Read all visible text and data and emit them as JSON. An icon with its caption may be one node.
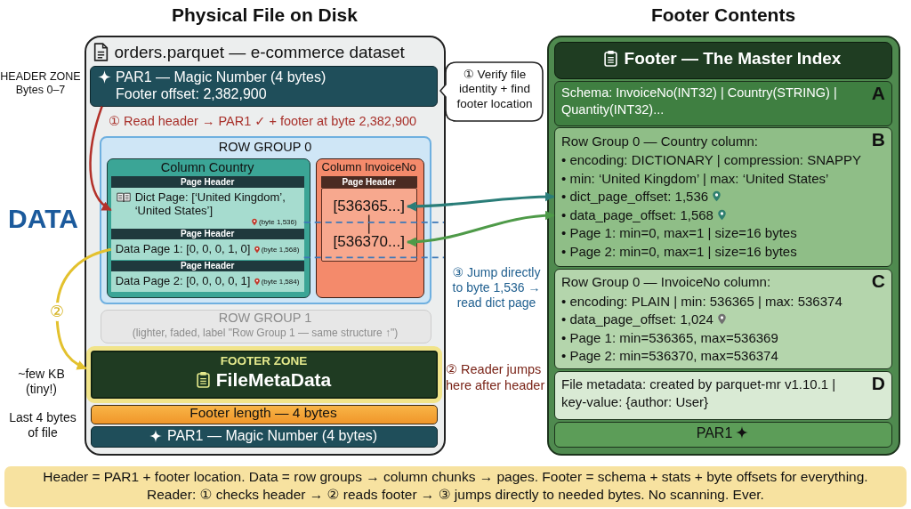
{
  "diagram": {
    "nodes": [
      {
        "text": [
          "Physical File on Disk",
          "orders.parquet — e-commerce dataset"
        ]
      },
      {
        "text": [
          "PAR1 — Magic Number (4 bytes)",
          "Footer offset: 2,382,900"
        ],
        "beside": [
          "HEADER ZONE Bytes 0–7"
        ],
        "in": 0
      },
      {
        "text": [
          "① Verify file identity + find footer location"
        ]
      },
      {
        "text": [
          "ROW GROUP 0"
        ],
        "beside": [
          "DATA"
        ],
        "in": 0
      },
      {
        "text": [
          "Column Country"
        ],
        "in": 3
      },
      {
        "text": [
          "Page Header"
        ],
        "in": 4
      },
      {
        "text": [
          "Dict Page: [‘United Kingdom’, ‘United States’]",
          "(byte 1,536)"
        ],
        "in": 4
      },
      {
        "text": [
          "Page Header"
        ],
        "in": 4
      },
      {
        "text": [
          "Data Page 1: [0, 0, 0, 1, 0]",
          "(byte 1,568)"
        ],
        "in": 4
      },
      {
        "text": [
          "Page Header"
        ],
        "in": 4
      },
      {
        "text": [
          "Data Page 2: [0, 0, 0, 0, 1]",
          "(byte 1,584)"
        ],
        "in": 4
      },
      {
        "text": [
          "Column InvoiceNo"
        ],
        "in": 3
      },
      {
        "text": [
          "Page Header"
        ],
        "in": 11
      },
      {
        "text": [],
        "shape": "box",
        "in": 11
      },
      {
        "text": [
          "[536365...]"
        ],
        "in": 13
      },
      {
        "text": [
          "[536370...]"
        ],
        "in": 13
      },
      {
        "text": [
          "ROW GROUP 1",
          "(lighter, faded, label \"Row Group 1 — same structure ↑\")"
        ],
        "in": 0
      },
      {
        "text": [
          "FOOTER ZONE",
          "FileMetaData"
        ],
        "beside": [
          "~few KB (tiny!)"
        ],
        "in": 0
      },
      {
        "text": [
          "Footer length — 4 bytes"
        ],
        "in": 0
      },
      {
        "text": [
          "PAR1 — Magic Number (4 bytes)"
        ],
        "in": 0
      },
      {
        "text": [
          "Footer Contents"
        ]
      },
      {
        "text": [
          "Footer — The Master Index"
        ],
        "in": 20
      },
      {
        "text": [
          "Schema: InvoiceNo(INT32) | Country(STRING) | Quantity(INT32)...",
          "A"
        ],
        "in": 20
      },
      {
        "text": [
          "Row Group 0 — Country column:",
          "B",
          "• encoding: DICTIONARY | compression: SNAPPY",
          "• min: ‘United Kingdom’ | max: ‘United States’",
          "• dict_page_offset: 1,536",
          "• data_page_offset: 1,568",
          "• Page 1: min=0, max=1 | size=16 bytes",
          "• Page 2: min=0, max=1 | size=16 bytes"
        ],
        "in": 20
      },
      {
        "text": [
          "Row Group 0 — InvoiceNo column:",
          "C",
          "• encoding: PLAIN | min: 536365 | max: 536374",
          "• data_page_offset: 1,024",
          "• Page 1: min=536365, max=536369",
          "• Page 2: min=536370, max=536374"
        ],
        "in": 20
      },
      {
        "text": [
          "File metadata: created by parquet-mr v1.10.1 | key-value: {author: User}",
          "D"
        ],
        "in": 20
      },
      {
        "text": [
          "PAR1"
        ],
        "in": 20
      },
      {
        "text": [
          "Header = PAR1 + footer location. Data = row groups → column chunks → pages. Footer = schema + stats + byte offsets for everything.",
          "Reader: ① checks header → ② reads footer → ③ jumps directly to needed bytes. No scanning. Ever."
        ]
      }
    ],
    "edges": [
      {
        "from": 1,
        "to": 6,
        "arrow": "to",
        "label": "① Read header → PAR1 ✓ + footer at byte 2,382,900",
        "color": "#b3312a"
      },
      {
        "from": 8,
        "to": 17,
        "arrow": "to",
        "label": "②",
        "color": "#e3c12e"
      },
      {
        "from": 14,
        "to": 23,
        "arrow": "both",
        "color": "#2a7d78"
      },
      {
        "from": 15,
        "to": 23,
        "arrow": "both",
        "color": "#4e9a48"
      },
      {
        "from": 14,
        "to": 15,
        "arrow": "none",
        "color": "#3a2a25"
      },
      {
        "from": 6,
        "to": null,
        "arrow": "none",
        "style": "dashed",
        "color": "#3d78b8"
      },
      {
        "from": 8,
        "to": null,
        "arrow": "none",
        "style": "dashed",
        "color": "#3d78b8"
      }
    ],
    "labels": [
      "③ Jump directly to byte 1,536 → read dict page",
      "② Reader jumps here after header",
      "Last 4 bytes of file"
    ]
  }
}
